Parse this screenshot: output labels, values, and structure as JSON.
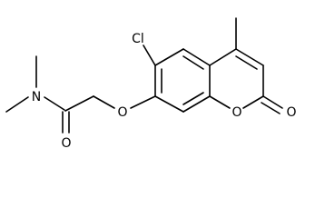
{
  "structure": {
    "atoms": {
      "n": "N",
      "o_amide": "O",
      "o_ether": "O",
      "cl": "Cl",
      "o_ring": "O",
      "o_lactone": "O"
    }
  }
}
